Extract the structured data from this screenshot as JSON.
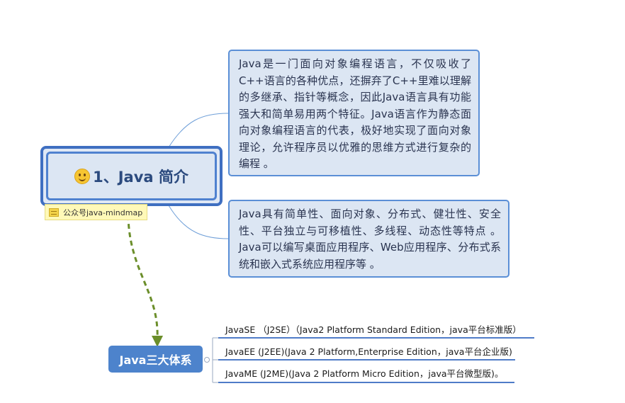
{
  "central_topic": {
    "icon": "smiley-face-icon",
    "label": "1、Java 简介"
  },
  "note": {
    "icon": "note-icon",
    "text": "公众号java-mindmap"
  },
  "topics": [
    {
      "text": "Java是一门面向对象编程语言，不仅吸收了C++语言的各种优点，还摒弃了C++里难以理解的多继承、指针等概念，因此Java语言具有功能强大和简单易用两个特征。Java语言作为静态面向对象编程语言的代表，极好地实现了面向对象理论，允许程序员以优雅的思维方式进行复杂的编程 。"
    },
    {
      "text": "Java具有简单性、面向对象、分布式、健壮性、安全性、平台独立与可移植性、多线程、动态性等特点 。Java可以编写桌面应用程序、Web应用程序、分布式系统和嵌入式系统应用程序等 。"
    }
  ],
  "sub_topic": {
    "label": "Java三大体系",
    "children": [
      {
        "label": "JavaSE （J2SE）（Java2 Platform Standard Edition，java平台标准版）"
      },
      {
        "label": "JavaEE (J2EE)(Java 2 Platform,Enterprise Edition，java平台企业版)"
      },
      {
        "label": "JavaME (J2ME)(Java 2 Platform Micro Edition，java平台微型版)。"
      }
    ]
  },
  "colors": {
    "central_border": "#3f6fc1",
    "topic_fill": "#dce6f3",
    "topic_border": "#5b8fd6",
    "sub_topic_fill": "#4d83cc",
    "dashed_arrow": "#6b8e2a",
    "leaf_underline": "#4f7cc8",
    "note_fill": "#fff9b8"
  }
}
